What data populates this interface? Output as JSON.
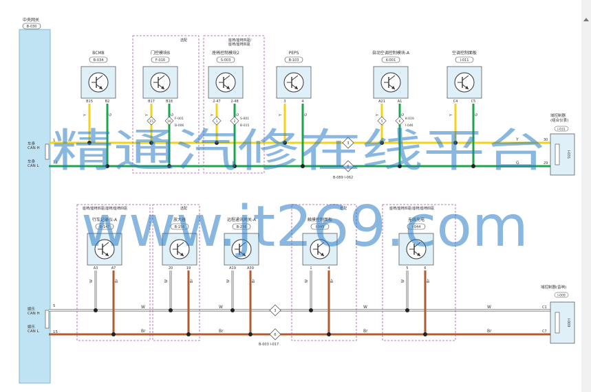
{
  "central_gateway": {
    "label": "中央网关",
    "code": "B-030"
  },
  "body_can": {
    "h_label": "车身\nCAN H",
    "l_label": "车身\nCAN L",
    "pin_h": "1",
    "pin_l": "11",
    "wire_h": "Y",
    "wire_l": "G",
    "splice_a": "3",
    "splice_b": "6",
    "splice_refs": "B-089  I-062"
  },
  "top_modules": [
    {
      "name": "BCMB",
      "code": "B-034",
      "pins": [
        "B15",
        "B2"
      ],
      "tag": ""
    },
    {
      "name": "门控模块B",
      "code": "F-016",
      "pins": [
        "B17",
        "B18"
      ],
      "tag": "选配",
      "conns": [
        "F-001",
        "B-006"
      ],
      "cnum": [
        "15",
        "16"
      ]
    },
    {
      "name": "座椅控制模块2",
      "code": "S-003",
      "pins": [
        "2-47",
        "2-48"
      ],
      "tag": "座椅/座椅四驱/\n座椅/座椅四驱",
      "conns": [
        "S-001",
        "B-015"
      ],
      "cnum": [
        "1",
        "2"
      ]
    },
    {
      "name": "PEPS",
      "code": "B-103",
      "pins": [
        "3",
        "4"
      ],
      "tag": ""
    },
    {
      "name": "自动空调控制模块-A",
      "code": "K-001",
      "pins": [
        "A21",
        "A1"
      ],
      "tag": "",
      "conns": [
        "K-019",
        "I-046"
      ],
      "cnum": [
        "5",
        "6"
      ]
    },
    {
      "name": "空调控制面板",
      "code": "I-011",
      "pins": [
        "C4",
        "C5"
      ],
      "tag": ""
    }
  ],
  "domain_top": {
    "label": "域控制器\n(组合仪表)",
    "code": "I-031",
    "pin_h": "30",
    "pin_l": "29",
    "side": "I-031"
  },
  "info_can": {
    "h_label": "娱乐\nCAN H",
    "l_label": "娱乐\nCAN L",
    "pin_h": "5",
    "pin_l": "15",
    "wire_h": "W",
    "wire_l": "Br",
    "splice_refs": "B-003  I-017"
  },
  "bottom_modules": [
    {
      "name": "行车记录仪-A",
      "code": "B-147",
      "pins": [
        "A3",
        "A7"
      ],
      "tag": "座椅/座椅四驱/座椅/座椅四驱"
    },
    {
      "name": "放大器",
      "code": "B-156",
      "pins": [
        "20",
        "19"
      ],
      "tag": "选配"
    },
    {
      "name": "远程通讯网关-A",
      "code": "B-236",
      "pins": [
        "A19",
        "A39"
      ],
      "tag": ""
    },
    {
      "name": "触摸控制面板",
      "code": "I-045",
      "pins": [
        "1",
        "4"
      ],
      "tag": "选配"
    },
    {
      "name": "无线充电",
      "code": "I-044",
      "pins": [
        "5",
        "6"
      ],
      "tag": "座椅/座椅四驱/座椅/座椅四驱"
    }
  ],
  "domain_bottom": {
    "label": "域控制器(音响)",
    "code": "I-009",
    "pin_h": "C1",
    "pin_l": "C7",
    "side": "I-009"
  },
  "watermark": {
    "line1": "精通汽修在线平台",
    "line2": "www.jt269.com"
  },
  "wire_labels": {
    "wire_y": "Y",
    "wire_g": "G",
    "wire_w": "W",
    "wire_br": "Br"
  },
  "colors": {
    "yellow": "#f2d21b",
    "green": "#1aa64a",
    "brown": "#b35a2e",
    "grey": "#888888",
    "panel": "#bfe3f2",
    "box": "#dff0f8",
    "dash": "#a05aa6"
  }
}
